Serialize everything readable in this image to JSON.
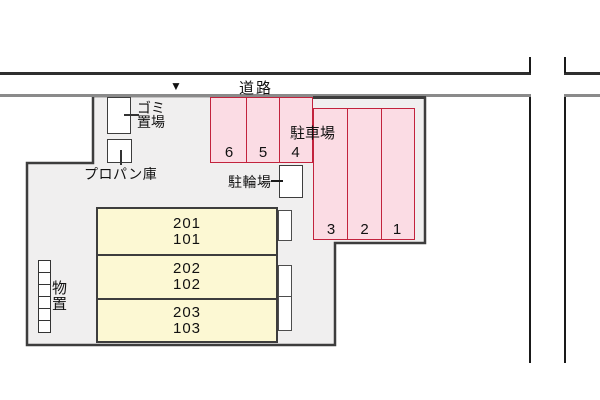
{
  "plan": {
    "road": {
      "label": "道路",
      "arrow": "▼"
    },
    "areas": {
      "garbage": {
        "line1": "ゴミ",
        "line2": "置場"
      },
      "propane": {
        "label": "プロパン庫"
      },
      "bicycle": {
        "label": "駐輪場"
      },
      "parking": {
        "label": "駐車場",
        "top_row_spaces": [
          "6",
          "5",
          "4"
        ],
        "side_row_spaces": [
          "3",
          "2",
          "1"
        ]
      },
      "storage": {
        "char1": "物",
        "char2": "置"
      }
    },
    "building": {
      "units": [
        {
          "upper": "201",
          "lower": "101"
        },
        {
          "upper": "202",
          "lower": "102"
        },
        {
          "upper": "203",
          "lower": "103"
        }
      ]
    },
    "colors": {
      "parking_fill": "#fbdce4",
      "parking_border": "#c2233d",
      "building_fill": "#fcf8d3",
      "building_border": "#3d3d3d",
      "site_fill": "#f0efef",
      "road_line_dark": "#2e2e2e",
      "road_line_gray": "#8a8a8a"
    }
  }
}
